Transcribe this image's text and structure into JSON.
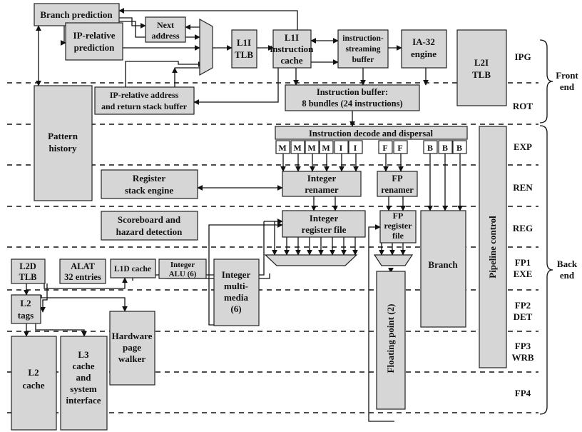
{
  "blocks": {
    "branch_prediction": "Branch prediction",
    "ip_relative_prediction": [
      "IP-relative",
      "prediction"
    ],
    "next_address": [
      "Next",
      "address"
    ],
    "l1i_tlb": [
      "L1I",
      "TLB"
    ],
    "l1i_cache": [
      "L1I",
      "instruction",
      "cache"
    ],
    "instruction_streaming_buffer": [
      "instruction-",
      "streaming",
      "buffer"
    ],
    "ia32_engine": [
      "IA-32",
      "engine"
    ],
    "l2i_tlb": [
      "L2I",
      "TLB"
    ],
    "ip_relative_address": [
      "IP-relative address",
      "and return stack buffer"
    ],
    "instruction_buffer": [
      "Instruction buffer:",
      "8 bundles (24 instructions)"
    ],
    "pattern_history": [
      "Pattern",
      "history"
    ],
    "instruction_decode": "Instruction decode and dispersal",
    "ports": [
      "M",
      "M",
      "M",
      "M",
      "I",
      "I",
      "F",
      "F",
      "B",
      "B",
      "B"
    ],
    "pipeline_control": "Pipeline control",
    "register_stack_engine": [
      "Register",
      "stack engine"
    ],
    "integer_renamer": [
      "Integer",
      "renamer"
    ],
    "fp_renamer": [
      "FP",
      "renamer"
    ],
    "scoreboard": [
      "Scoreboard and",
      "hazard detection"
    ],
    "integer_register_file": [
      "Integer",
      "register file"
    ],
    "fp_register_file": [
      "FP",
      "register",
      "file"
    ],
    "branch": "Branch",
    "l2d_tlb": [
      "L2D",
      "TLB"
    ],
    "alat": [
      "ALAT",
      "32 entries"
    ],
    "l1d_cache": "L1D cache",
    "integer_alu": [
      "Integer",
      "ALU (6)"
    ],
    "integer_multimedia": [
      "Integer",
      "multi-",
      "media",
      "(6)"
    ],
    "floating_point": "Floating point (2)",
    "l2_tags": [
      "L2",
      "tags"
    ],
    "hardware_page_walker": [
      "Hardware",
      "page",
      "walker"
    ],
    "l2_cache": [
      "L2",
      "cache"
    ],
    "l3_cache": [
      "L3",
      "cache",
      "and",
      "system",
      "interface"
    ]
  },
  "stages": [
    "IPG",
    "ROT",
    "EXP",
    "REN",
    "REG",
    [
      "FP1",
      "EXE"
    ],
    [
      "FP2",
      "DET"
    ],
    [
      "FP3",
      "WRB"
    ],
    "FP4"
  ],
  "groups": {
    "front_end": [
      "Front",
      "end"
    ],
    "back_end": [
      "Back",
      "end"
    ]
  }
}
